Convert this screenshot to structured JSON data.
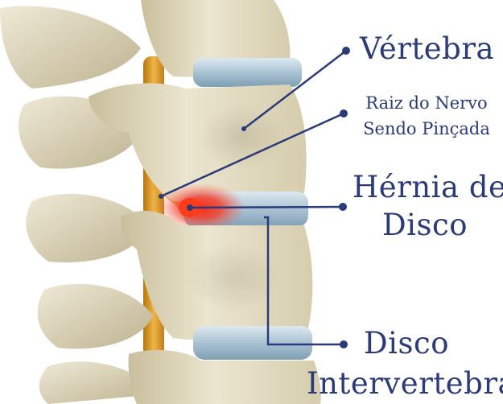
{
  "diagram": {
    "labels": {
      "vertebra": "Vértebra",
      "nerve_root_line1": "Raiz do Nervo",
      "nerve_root_line2": "Sendo Pinçada",
      "herniated_disc_line1": "Hérnia de",
      "herniated_disc_line2": "Disco",
      "intervertebral_disc_line1": "Disco",
      "intervertebral_disc_line2": "Intervertebral"
    },
    "colors": {
      "label_text": "#2b3a78",
      "leader_line": "#2b3a78",
      "bone": "#e8e1c8",
      "bone_shadow": "#b8ad8a",
      "disc": "#b9cfdc",
      "nerve": "#d99a28",
      "inflammation": "#e8241c",
      "background": "#ffffff"
    }
  }
}
